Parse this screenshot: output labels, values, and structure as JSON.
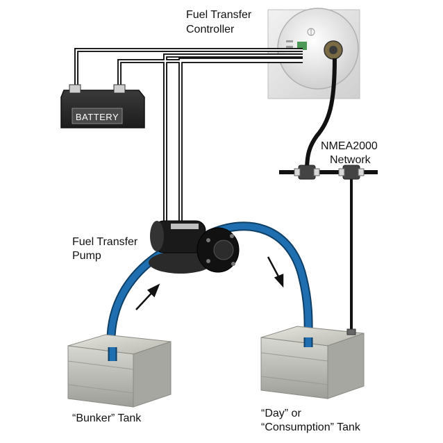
{
  "labels": {
    "controller_line1": "Fuel Transfer",
    "controller_line2": "Controller",
    "network_line1": "NMEA2000",
    "network_line2": "Network",
    "pump_line1": "Fuel Transfer",
    "pump_line2": "Pump",
    "battery": "BATTERY",
    "bunker_tank": "“Bunker” Tank",
    "day_tank_line1": "“Day” or",
    "day_tank_line2": "“Consumption” Tank"
  },
  "colors": {
    "hose": "#1f6fb0",
    "wire": "#111111",
    "battery_body": "#2b2b2b",
    "controller_panel": "#e4e4e4",
    "tank_metal": "#c9c9c4",
    "pump_body": "#1a1a1a"
  }
}
